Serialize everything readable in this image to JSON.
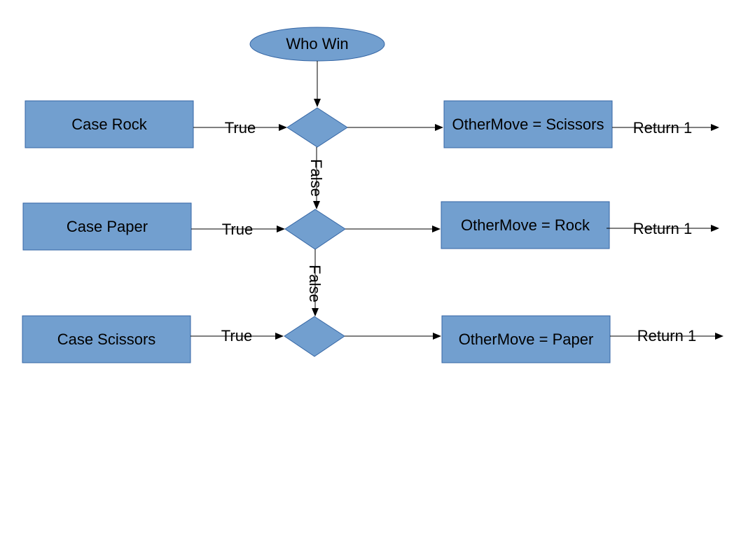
{
  "diagram": {
    "start": "Who Win",
    "cases": [
      {
        "label": "Case Rock",
        "true_label": "True",
        "action": "OtherMove = Scissors",
        "return_label": "Return 1"
      },
      {
        "label": "Case Paper",
        "true_label": "True",
        "action": "OtherMove = Rock",
        "return_label": "Return 1"
      },
      {
        "label": "Case Scissors",
        "true_label": "True",
        "action": "OtherMove = Paper",
        "return_label": "Return 1"
      }
    ],
    "false_labels": [
      "False",
      "False"
    ],
    "colors": {
      "shape_fill": "#729fcf",
      "shape_stroke": "#3465a4",
      "line": "#000000"
    }
  }
}
